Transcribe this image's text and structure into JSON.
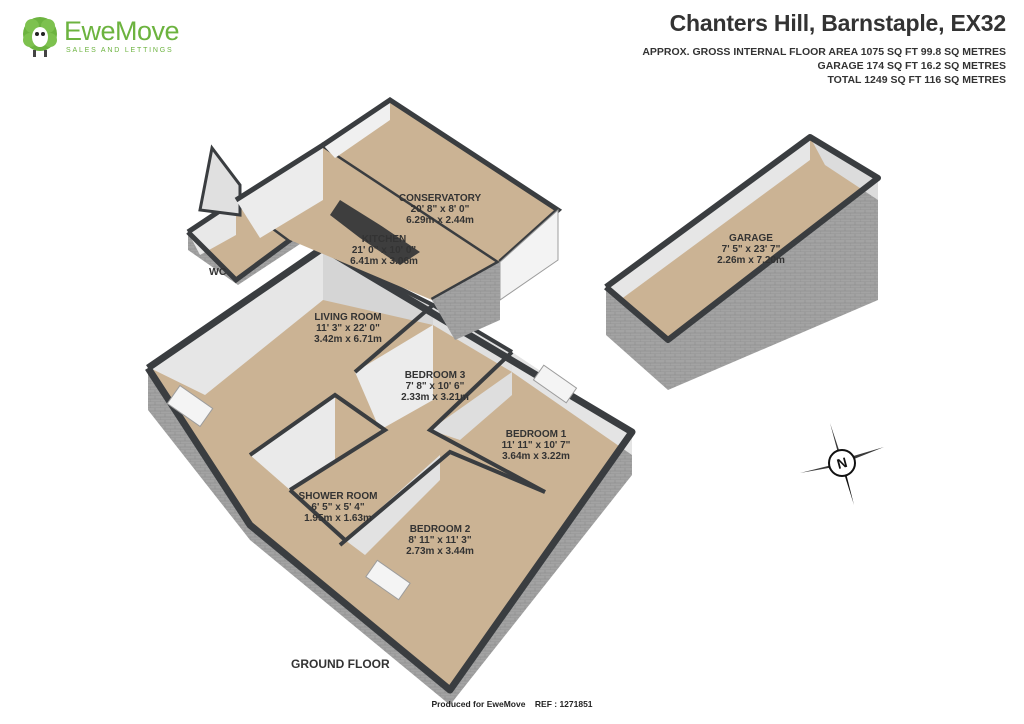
{
  "brand": {
    "name": "EweMove",
    "tagline": "SALES AND LETTINGS",
    "color": "#6cb33f"
  },
  "header": {
    "title": "Chanters Hill, Barnstaple, EX32",
    "area_lines": [
      "APPROX. GROSS INTERNAL FLOOR AREA 1075 SQ FT 99.8 SQ METRES",
      "GARAGE 174 SQ FT 16.2 SQ METRES",
      "TOTAL 1249 SQ FT 116 SQ METRES"
    ]
  },
  "rooms": [
    {
      "id": "conservatory",
      "name": "CONSERVATORY",
      "imperial": "20' 8\" x 8' 0\"",
      "metric": "6.29m x 2.44m"
    },
    {
      "id": "kitchen",
      "name": "KITCHEN",
      "imperial": "21' 0\" x 10' 0\"",
      "metric": "6.41m x 3.06m"
    },
    {
      "id": "garage",
      "name": "GARAGE",
      "imperial": "7' 5\" x 23' 7\"",
      "metric": "2.26m x 7.20m"
    },
    {
      "id": "living-room",
      "name": "LIVING ROOM",
      "imperial": "11' 3\" x 22' 0\"",
      "metric": "3.42m x 6.71m"
    },
    {
      "id": "bedroom-3",
      "name": "BEDROOM 3",
      "imperial": "7' 8\" x 10' 6\"",
      "metric": "2.33m x 3.21m"
    },
    {
      "id": "bedroom-1",
      "name": "BEDROOM 1",
      "imperial": "11' 11\" x 10' 7\"",
      "metric": "3.64m x 3.22m"
    },
    {
      "id": "shower-room",
      "name": "SHOWER ROOM",
      "imperial": "6' 5\" x 5' 4\"",
      "metric": "1.95m x 1.63m"
    },
    {
      "id": "bedroom-2",
      "name": "BEDROOM 2",
      "imperial": "8' 11\" x 11' 3\"",
      "metric": "2.73m x 3.44m"
    }
  ],
  "wc_label": "WC",
  "floor_label": "GROUND FLOOR",
  "compass_letter": "N",
  "footer": "Produced for EweMove    REF : 1271851",
  "colors": {
    "floor": "#cbb394",
    "wall_top": "#3a3d40",
    "wall_face": "#dcdcdc",
    "brick": "#9a9a9a"
  }
}
